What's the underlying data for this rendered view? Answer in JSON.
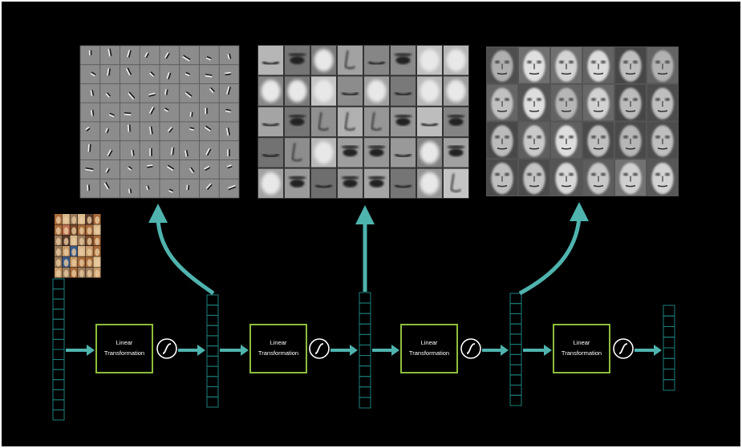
{
  "colors": {
    "background": "#000000",
    "vector_stroke": "#1c7f7b",
    "arrow": "#4fb3ae",
    "box_stroke": "#8ebd3d",
    "box_text": "#ffffff",
    "panel_gray": "#8f8f8f",
    "sigmoid": "#ffffff"
  },
  "blocks": [
    {
      "label_line1": "Linear",
      "label_line2": "Transformation",
      "activation_icon": "sigmoid-icon"
    },
    {
      "label_line1": "Linear",
      "label_line2": "Transformation",
      "activation_icon": "sigmoid-icon"
    },
    {
      "label_line1": "Linear",
      "label_line2": "Transformation",
      "activation_icon": "sigmoid-icon"
    },
    {
      "label_line1": "Linear",
      "label_line2": "Transformation",
      "activation_icon": "sigmoid-icon"
    }
  ],
  "feature_panels": [
    {
      "name": "edge-features-panel",
      "rows": 8,
      "cols": 8,
      "content": "edge-filters"
    },
    {
      "name": "facial-part-features-panel",
      "rows": 5,
      "cols": 8,
      "content": "facial-parts"
    },
    {
      "name": "face-features-panel",
      "rows": 4,
      "cols": 6,
      "content": "whole-faces"
    }
  ],
  "input_image": {
    "name": "input-face-collage",
    "rows": 6,
    "cols": 6
  }
}
